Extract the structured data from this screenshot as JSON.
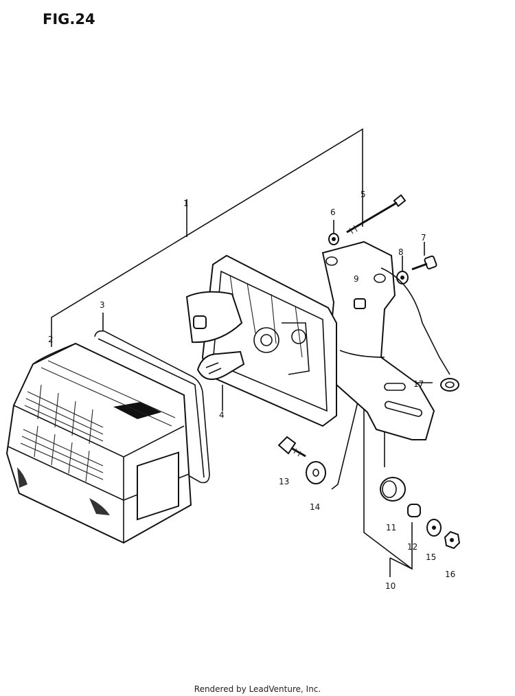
{
  "figure": {
    "title": "FIG.24"
  },
  "callouts": [
    {
      "id": "1",
      "label": "1"
    },
    {
      "id": "2",
      "label": "2"
    },
    {
      "id": "3",
      "label": "3"
    },
    {
      "id": "4",
      "label": "4"
    },
    {
      "id": "5",
      "label": "5"
    },
    {
      "id": "6",
      "label": "6"
    },
    {
      "id": "7",
      "label": "7"
    },
    {
      "id": "8",
      "label": "8"
    },
    {
      "id": "9",
      "label": "9"
    },
    {
      "id": "10",
      "label": "10"
    },
    {
      "id": "11",
      "label": "11"
    },
    {
      "id": "12",
      "label": "12"
    },
    {
      "id": "13",
      "label": "13"
    },
    {
      "id": "14",
      "label": "14"
    },
    {
      "id": "15",
      "label": "15"
    },
    {
      "id": "16",
      "label": "16"
    },
    {
      "id": "17",
      "label": "17"
    }
  ],
  "footer": {
    "credit": "Rendered by LeadVenture, Inc."
  }
}
